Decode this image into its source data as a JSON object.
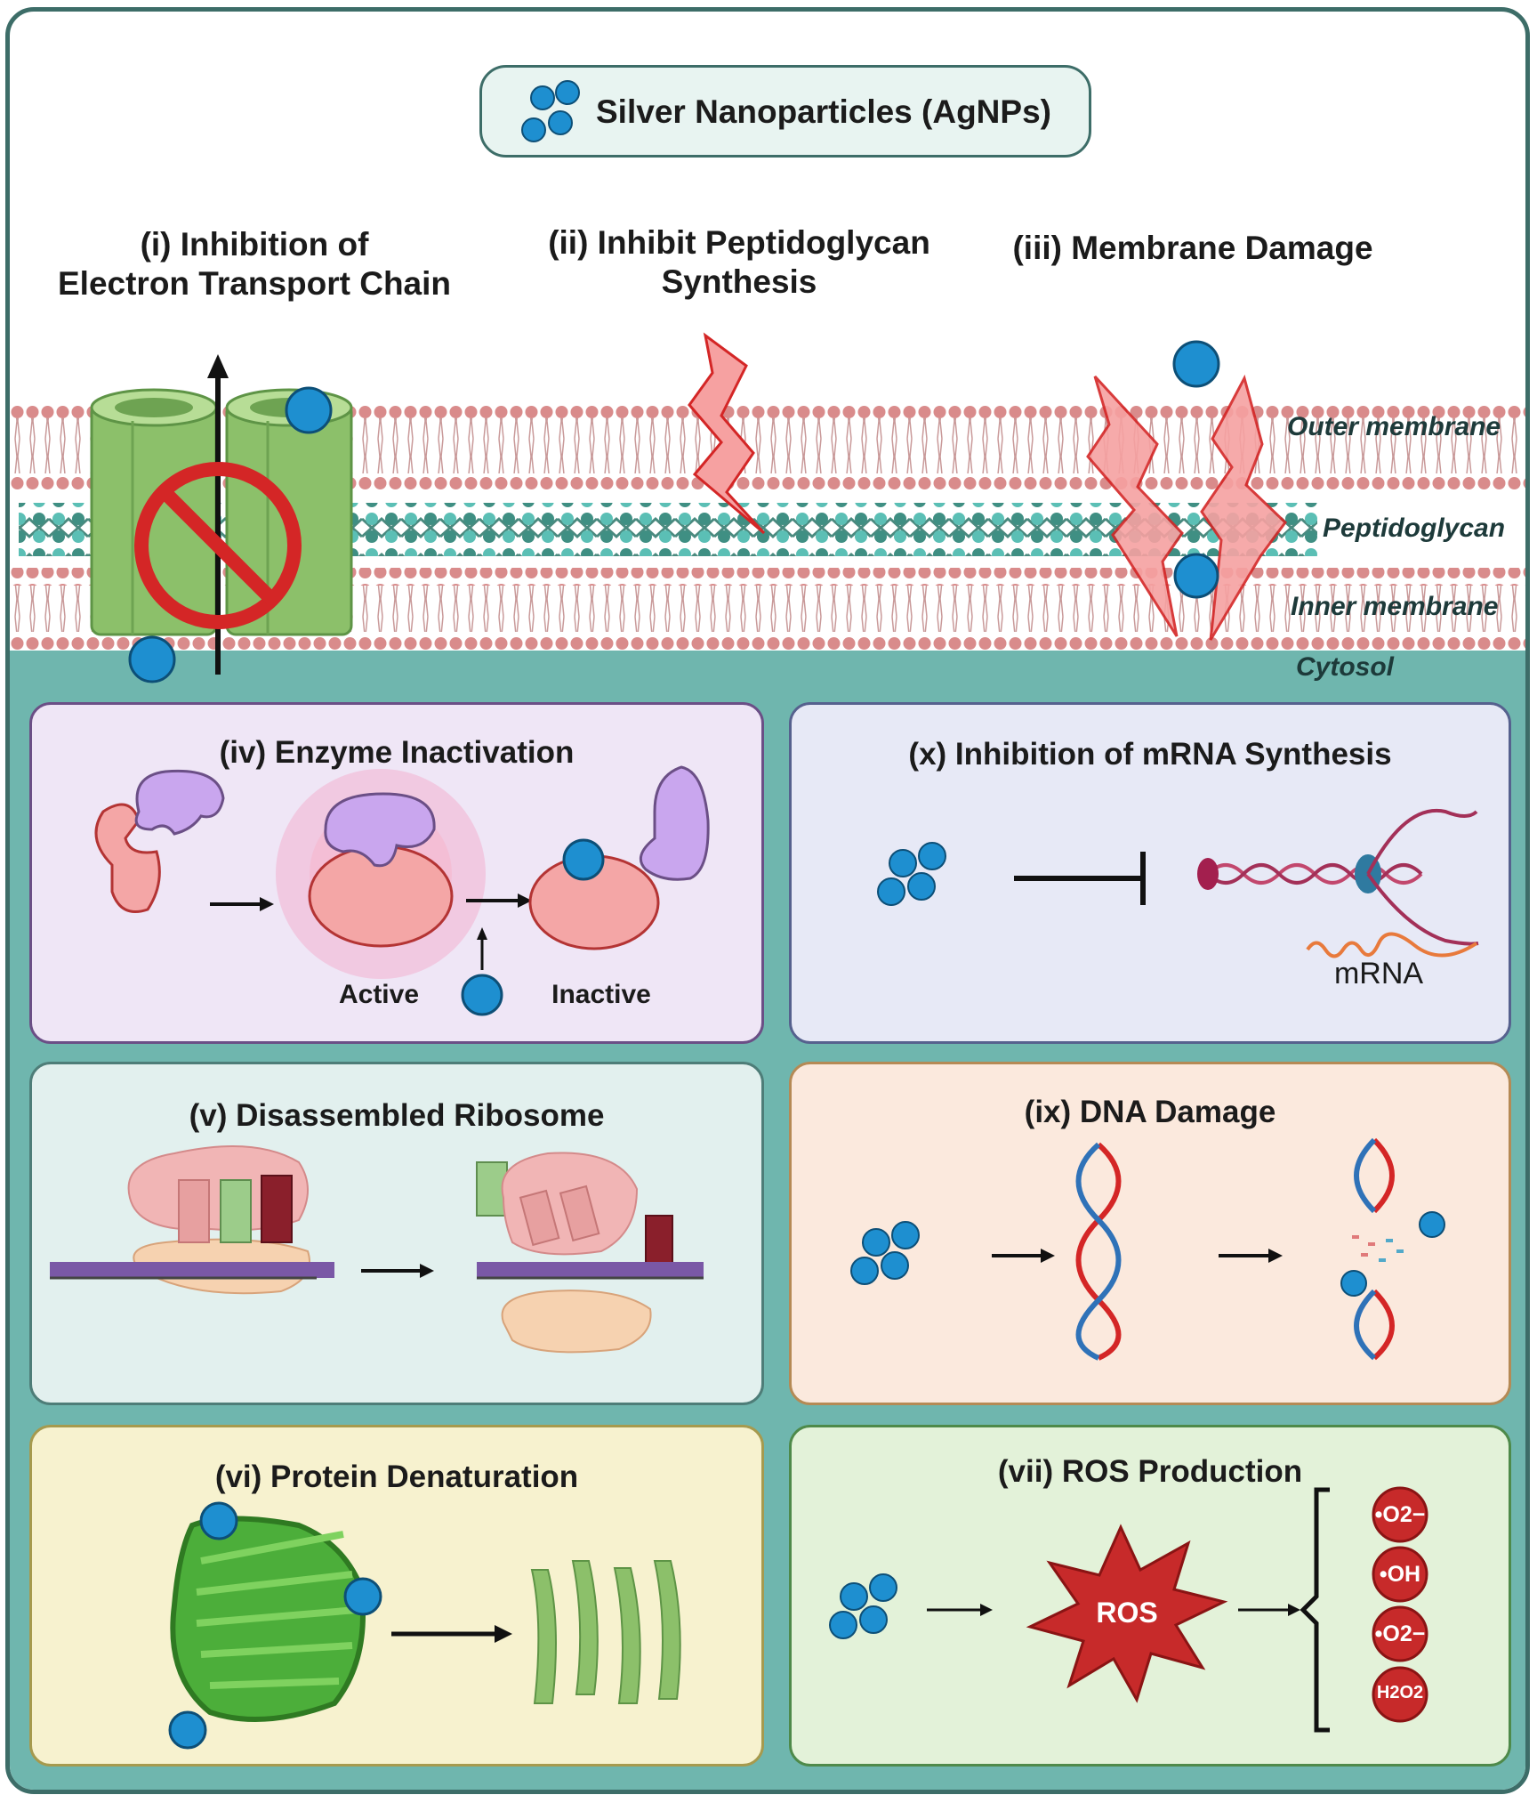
{
  "legend": {
    "title": "Silver Nanoparticles (AgNPs)"
  },
  "top": {
    "mech_i": "(i) Inhibition of Electron Transport Chain",
    "mech_i_l1": "(i) Inhibition of",
    "mech_i_l2": "Electron Transport Chain",
    "mech_ii_l1": "(ii) Inhibit Peptidoglycan",
    "mech_ii_l2": "Synthesis",
    "mech_iii": "(iii) Membrane Damage"
  },
  "layers": {
    "outer": "Outer membrane",
    "peptidoglycan": "Peptidoglycan",
    "inner": "Inner membrane",
    "cytosol": "Cytosol"
  },
  "panels": {
    "iv": {
      "title": "(iv) Enzyme Inactivation",
      "active": "Active",
      "inactive": "Inactive",
      "color": "#efe6f6",
      "border": "#6b4f86"
    },
    "x": {
      "title": "(x) Inhibition of mRNA Synthesis",
      "mrna": "mRNA",
      "color": "#e7e9f6",
      "border": "#56618e"
    },
    "v": {
      "title": "(v) Disassembled Ribosome",
      "color": "#e2f0ee",
      "border": "#4e7d78"
    },
    "ix": {
      "title": "(ix) DNA Damage",
      "color": "#fbe9dd",
      "border": "#b58a55"
    },
    "vi": {
      "title": "(vi) Protein Denaturation",
      "color": "#f7f2cf",
      "border": "#a69a4e"
    },
    "vii": {
      "title": "(vii) ROS Production",
      "ros": "ROS",
      "species": [
        "•O2−",
        "•OH",
        "•O2−",
        "H2O2"
      ],
      "color": "#e3f2d9",
      "border": "#4e8a4a"
    }
  },
  "colors": {
    "cytosol": "#6fb6ae",
    "nanoparticle": "#1e8fd0",
    "membrane_head": "#d98b8b",
    "danger": "#d42626"
  }
}
